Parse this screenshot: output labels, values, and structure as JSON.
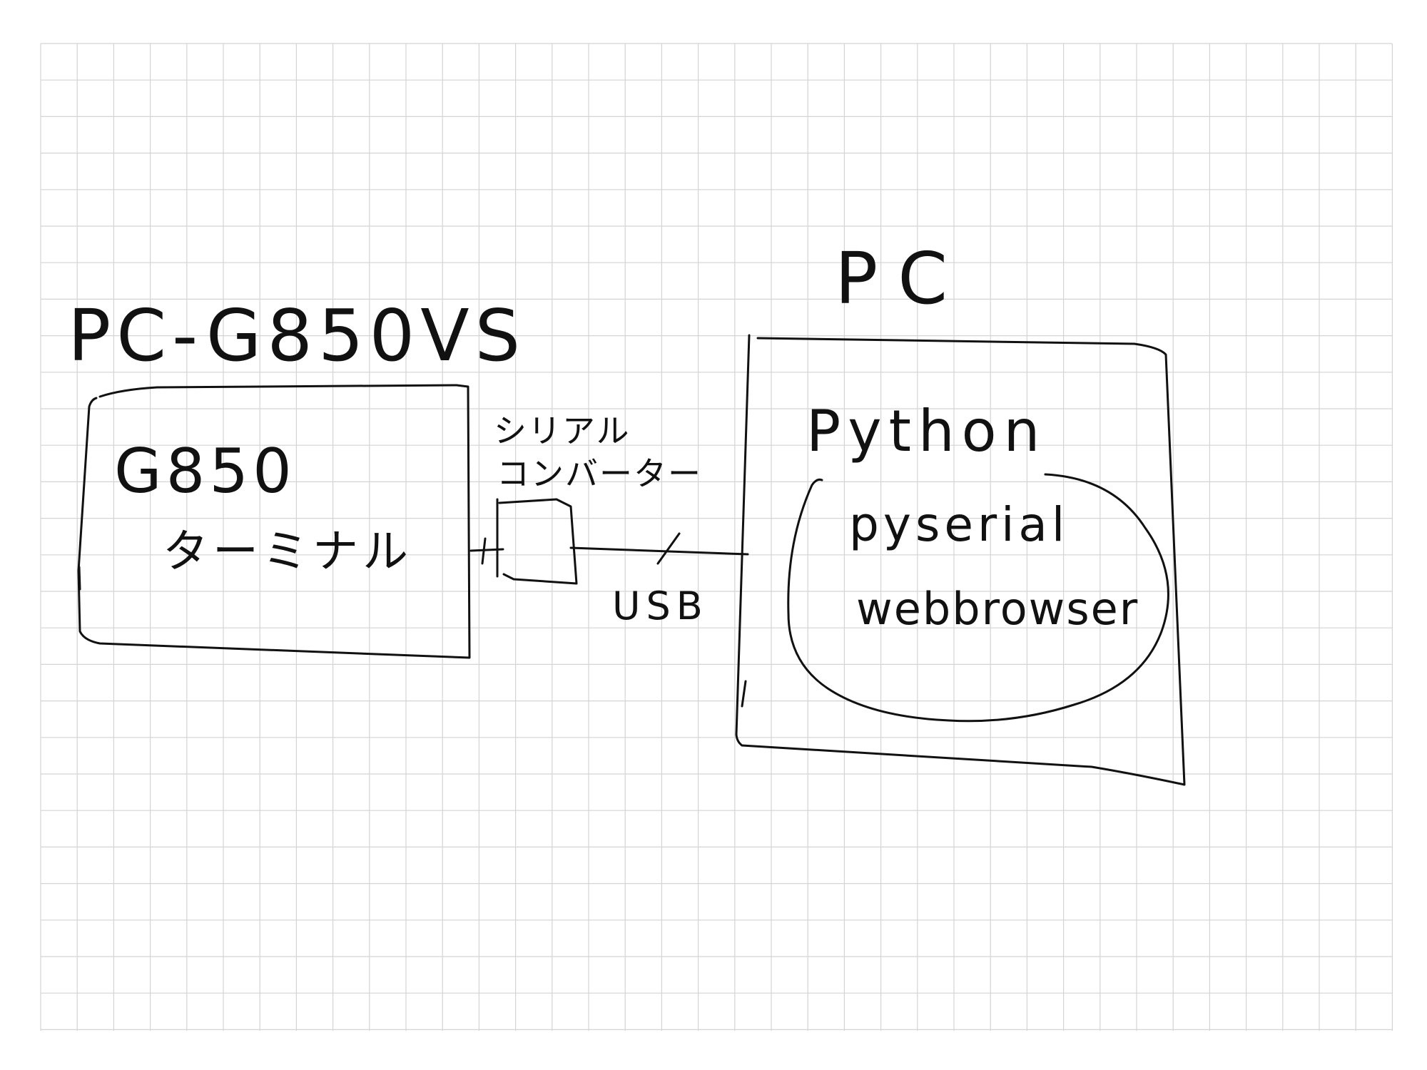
{
  "diagram": {
    "left_device": {
      "title": "PC-G850VS",
      "line1": "G850",
      "line2": "ターミナル"
    },
    "converter": {
      "line1": "シリアル",
      "line2": "コンバーター"
    },
    "cable": {
      "label": "USB"
    },
    "right_device": {
      "title": "PC",
      "runtime": "Python",
      "module1": "pyserial",
      "module2": "webbrowser"
    }
  },
  "colors": {
    "grid": "#d4d4d4",
    "ink": "#111111",
    "paper": "#ffffff"
  }
}
